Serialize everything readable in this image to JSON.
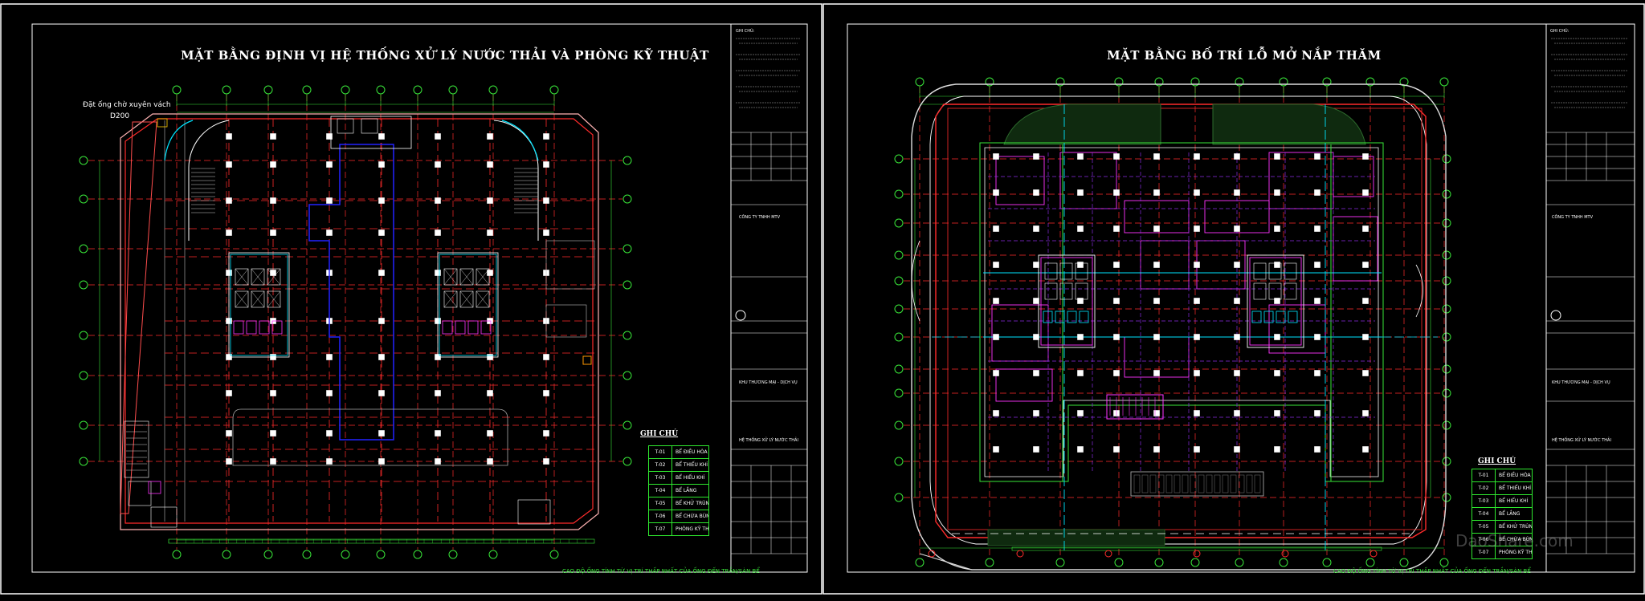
{
  "sheets": [
    {
      "title": "MẶT BẰNG ĐỊNH VỊ HỆ THỐNG XỬ LÝ NƯỚC THẢI VÀ PHÒNG KỸ THUẬT",
      "pipe_note_line1": "Đặt ống chờ xuyên vách",
      "pipe_note_line2": "D200",
      "footnote": "CAO ĐỘ ỐNG TÍNH TỪ VỊ TRÍ THẤP NHẤT CỦA ỐNG ĐẾN TRẦN/SÀN BỂ",
      "legend_title": "GHI CHÚ"
    },
    {
      "title": "MẶT BẰNG BỐ TRÍ LỖ MỞ NẮP THĂM",
      "footnote": "CAO ĐỘ ỐNG TÍNH TỪ VỊ TRÍ THẤP NHẤT CỦA ỐNG ĐẾN TRẦN/SÀN BỂ",
      "legend_title": "GHI CHÚ"
    }
  ],
  "legend_rows": [
    {
      "code": "T-01",
      "desc": "BỂ ĐIỀU HÒA"
    },
    {
      "code": "T-02",
      "desc": "BỂ THIẾU KHÍ"
    },
    {
      "code": "T-03",
      "desc": "BỂ HIẾU KHÍ"
    },
    {
      "code": "T-04",
      "desc": "BỂ LẮNG"
    },
    {
      "code": "T-05",
      "desc": "BỂ KHỬ TRÙNG"
    },
    {
      "code": "T-06",
      "desc": "BỂ CHỨA BÙN"
    },
    {
      "code": "T-07",
      "desc": "PHÒNG KỸ THUẬT"
    }
  ],
  "title_block": {
    "note_heading": "GHI CHÚ:",
    "company": "CÔNG TY TNHH MTV",
    "project": "KHU THƯƠNG MẠI - DỊCH VỤ",
    "system": "HỆ THỐNG XỬ LÝ NƯỚC THẢI"
  },
  "watermark": "DaoShare.com",
  "colors": {
    "frame": "#ffffff",
    "wall": "#ff2b2b",
    "grid": "#ff2b2b",
    "bubble": "#39e639",
    "cyan": "#00e5ff",
    "magenta": "#ff33ff",
    "blue": "#2222ff",
    "green": "#39e639"
  }
}
